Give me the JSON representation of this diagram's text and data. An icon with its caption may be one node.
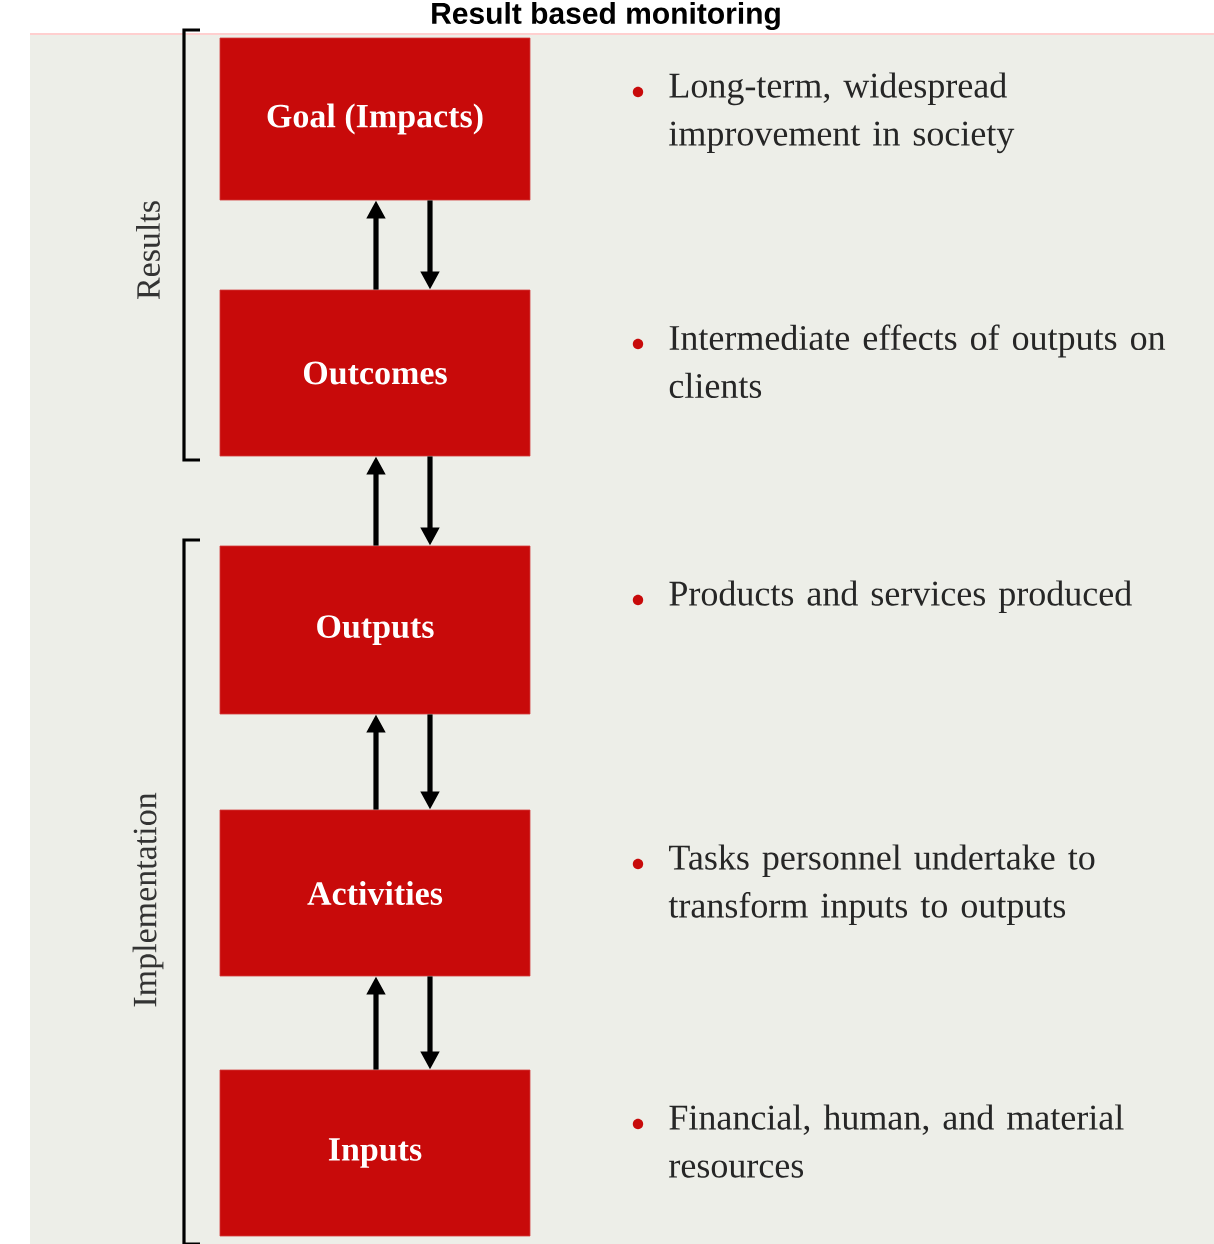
{
  "diagram": {
    "title": "Result based monitoring",
    "nodes": [
      {
        "text": [
          "Goal (Impacts)"
        ],
        "beside": [
          "Long-term, widespread improvement in society"
        ]
      },
      {
        "text": [
          "Outcomes"
        ],
        "beside": [
          "Intermediate effects of outputs on clients"
        ]
      },
      {
        "text": [
          "Outputs"
        ],
        "beside": [
          "Products and services produced"
        ]
      },
      {
        "text": [
          "Activities"
        ],
        "beside": [
          "Tasks personnel undertake to transform inputs to outputs"
        ]
      },
      {
        "text": [
          "Inputs"
        ],
        "beside": [
          "Financial, human, and material resources"
        ]
      }
    ],
    "edges": [
      {
        "from": 1,
        "to": 0,
        "arrow": "to"
      },
      {
        "from": 0,
        "to": 1,
        "arrow": "to"
      },
      {
        "from": 2,
        "to": 1,
        "arrow": "to"
      },
      {
        "from": 1,
        "to": 2,
        "arrow": "to"
      },
      {
        "from": 3,
        "to": 2,
        "arrow": "to"
      },
      {
        "from": 2,
        "to": 3,
        "arrow": "to"
      },
      {
        "from": 4,
        "to": 3,
        "arrow": "to"
      },
      {
        "from": 3,
        "to": 4,
        "arrow": "to"
      }
    ],
    "labels": [
      "Results",
      "Implementation"
    ]
  }
}
